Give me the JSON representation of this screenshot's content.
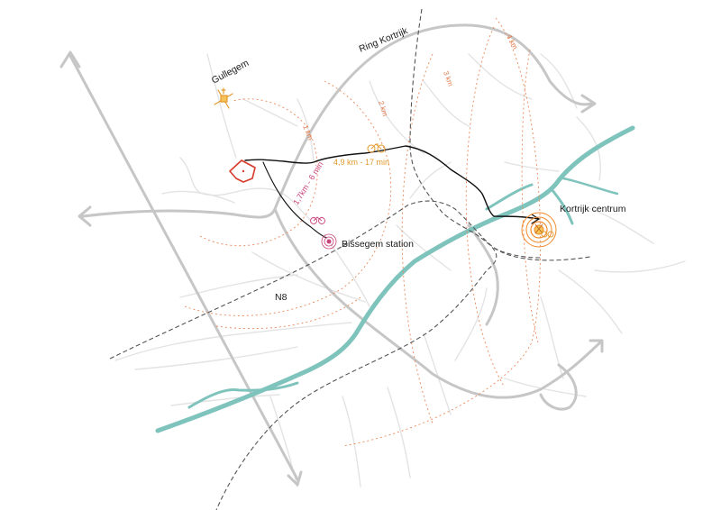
{
  "places": {
    "gullegem": "Gullegem",
    "bissegem_station": "Bissegem station",
    "kortrijk_centrum": "Kortrijk centrum"
  },
  "roads": {
    "ring": "Ring Kortrijk",
    "n8": "N8"
  },
  "distance_rings": {
    "r1": "1 km",
    "r2": "2 km",
    "r3": "3 km",
    "r4": "4 km"
  },
  "routes": {
    "to_centre": "4,9 km - 17 min",
    "to_station": "1,7km - 6 min"
  },
  "colors": {
    "roads_major": "#c6c6c6",
    "roads_minor": "#e3e3e3",
    "river": "#7fc3bd",
    "rail": "#555555",
    "rings": "#e8885a",
    "route": "#111111",
    "site": "#d83a2a",
    "station": "#c9447a",
    "centre": "#f28a2a",
    "cycle_icon": "#e39a2c"
  },
  "icons": {
    "site": "site-marker-icon",
    "station": "station-target-icon",
    "centre": "city-centre-target-icon",
    "bike": "bicycle-icon",
    "church": "church-icon"
  }
}
